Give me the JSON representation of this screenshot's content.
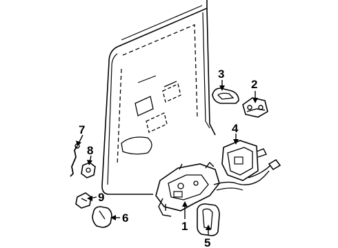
{
  "diagram": {
    "callouts": [
      {
        "id": "1",
        "label": "1"
      },
      {
        "id": "2",
        "label": "2"
      },
      {
        "id": "3",
        "label": "3"
      },
      {
        "id": "4",
        "label": "4"
      },
      {
        "id": "5",
        "label": "5"
      },
      {
        "id": "6",
        "label": "6"
      },
      {
        "id": "7",
        "label": "7"
      },
      {
        "id": "8",
        "label": "8"
      },
      {
        "id": "9",
        "label": "9"
      }
    ],
    "line_color": "#000000",
    "background": "#ffffff"
  }
}
